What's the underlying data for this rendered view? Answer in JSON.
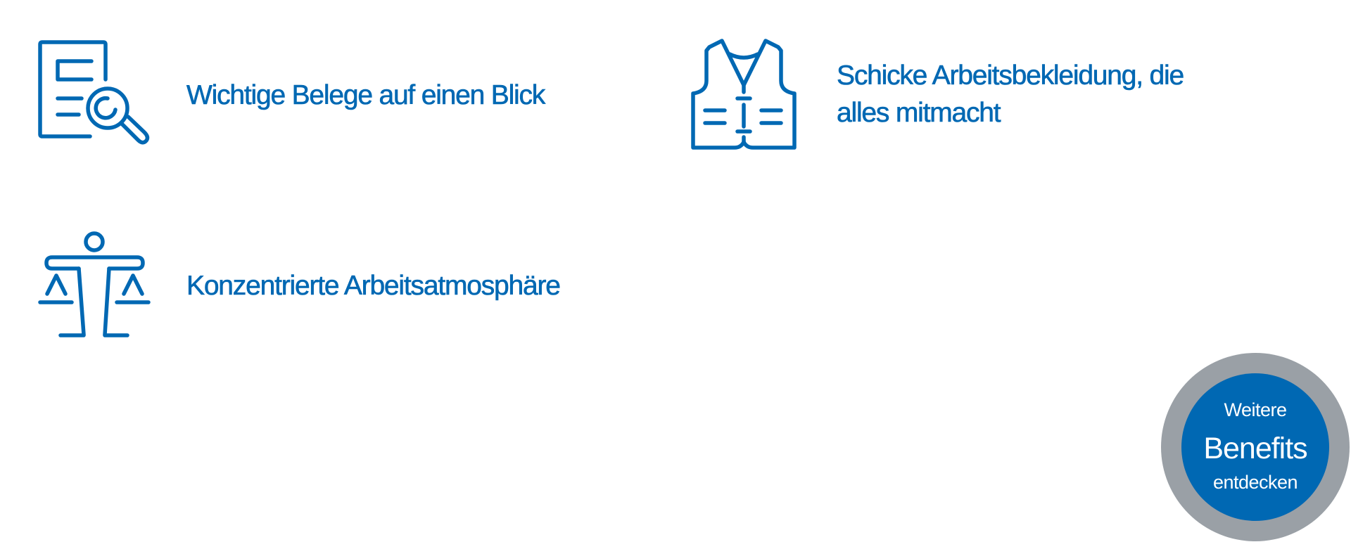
{
  "theme": {
    "accent": "#0068b3",
    "badge_ring": "#9aa0a6",
    "badge_text": "#ffffff",
    "background": "#ffffff"
  },
  "benefits": [
    {
      "icon": "document-search-icon",
      "lines": [
        "Wichtige Belege auf einen Blick"
      ]
    },
    {
      "icon": "work-vest-icon",
      "lines": [
        "Schicke Arbeitsbekleidung, die",
        "alles mitmacht"
      ]
    },
    {
      "icon": "balance-scale-person-icon",
      "lines": [
        "Konzentrierte Arbeitsatmosphäre"
      ]
    }
  ],
  "cta_badge": {
    "line1": "Weitere",
    "line2": "Benefits",
    "line3": "entdecken"
  }
}
